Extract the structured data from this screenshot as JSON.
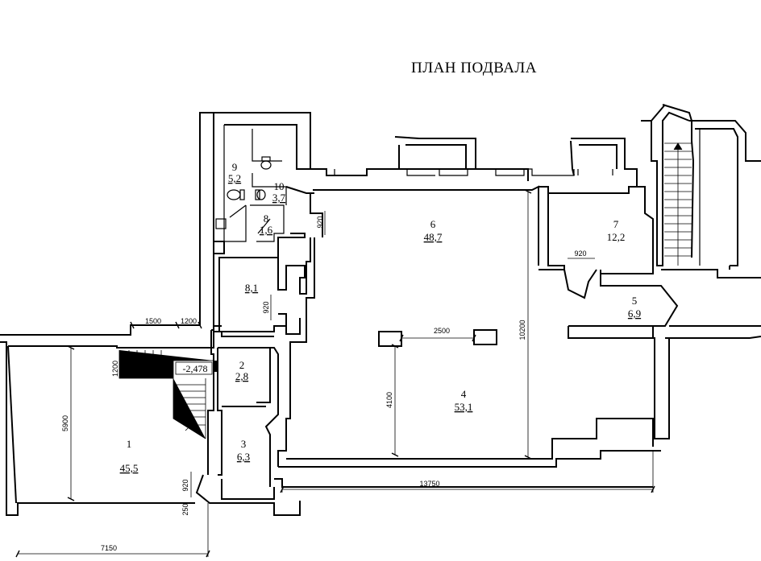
{
  "title": "ПЛАН ПОДВАЛА",
  "rooms": [
    {
      "number": "1",
      "area": "45,5"
    },
    {
      "number": "2",
      "area": "2,8"
    },
    {
      "number": "3",
      "area": "6,3"
    },
    {
      "number": "4",
      "area": "53,1"
    },
    {
      "number": "5",
      "area": "6,9"
    },
    {
      "number": "6",
      "area": "48,7"
    },
    {
      "number": "7",
      "area": "12,2"
    },
    {
      "number": "8",
      "area": "1,6"
    },
    {
      "number": "9",
      "area": "5,2"
    },
    {
      "number": "10",
      "area": "3,7"
    },
    {
      "number": "",
      "area": "8,1"
    }
  ],
  "dimensions": {
    "d1500": "1500",
    "d1200_top": "1200",
    "d1200_stair": "1200",
    "d5900": "5900",
    "d7150": "7150",
    "d920_a": "920",
    "d920_b": "920",
    "d920_c": "920",
    "d920_d": "920",
    "d250": "250",
    "d2500": "2500",
    "d4100": "4100",
    "d10200": "10200",
    "d13750": "13750",
    "level": "-2,478"
  }
}
